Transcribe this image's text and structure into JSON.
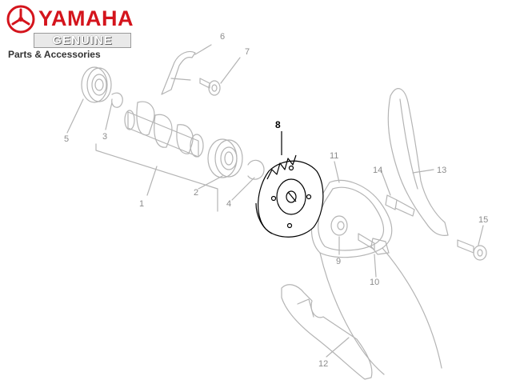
{
  "brand": {
    "name": "YAMAHA",
    "sub_logo": "GENUINE",
    "tagline": "Parts & Accessories",
    "primary_color": "#d4141c"
  },
  "diagram": {
    "highlighted_part": "8",
    "part_numbers": [
      "1",
      "2",
      "3",
      "4",
      "5",
      "6",
      "7",
      "8",
      "9",
      "10",
      "11",
      "12",
      "13",
      "14",
      "15"
    ],
    "line_color": "#b4b4b4",
    "highlight_color": "#000000"
  }
}
